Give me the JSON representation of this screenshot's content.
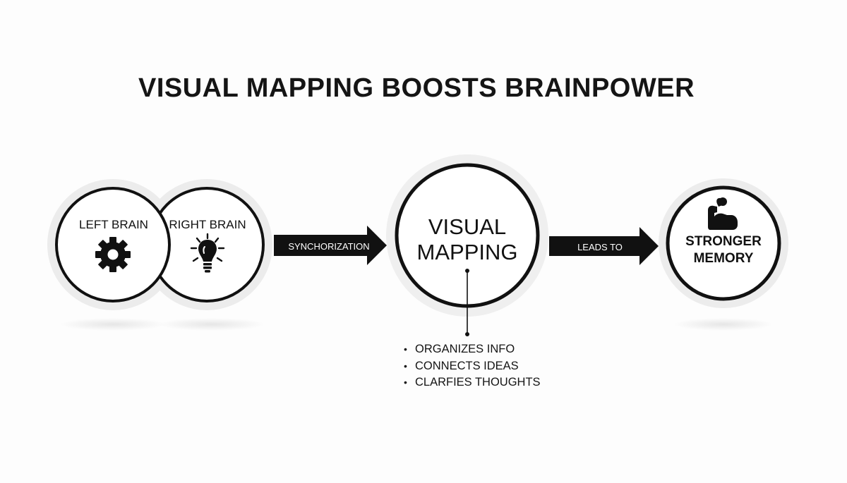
{
  "title": "VISUAL MAPPING BOOSTS BRAINPOWER",
  "nodes": {
    "left_brain": {
      "label": "LEFT BRAIN",
      "icon": "gear-icon"
    },
    "right_brain": {
      "label": "RIGHT BRAIN",
      "icon": "lightbulb-icon"
    },
    "visual_mapping": {
      "line1": "VISUAL",
      "line2": "MAPPING"
    },
    "stronger_memory": {
      "line1": "STRONGER",
      "line2": "MEMORY",
      "icon": "flexed-arm-icon"
    }
  },
  "arrows": {
    "sync": {
      "label": "SYNCHORIZATION"
    },
    "leads": {
      "label": "LEADS TO"
    }
  },
  "benefits": [
    "ORGANIZES INFO",
    "CONNECTS IDEAS",
    "CLARFIES THOUGHTS"
  ],
  "colors": {
    "ink": "#111111",
    "halo": "#ececec",
    "background": "#fdfdfd"
  }
}
